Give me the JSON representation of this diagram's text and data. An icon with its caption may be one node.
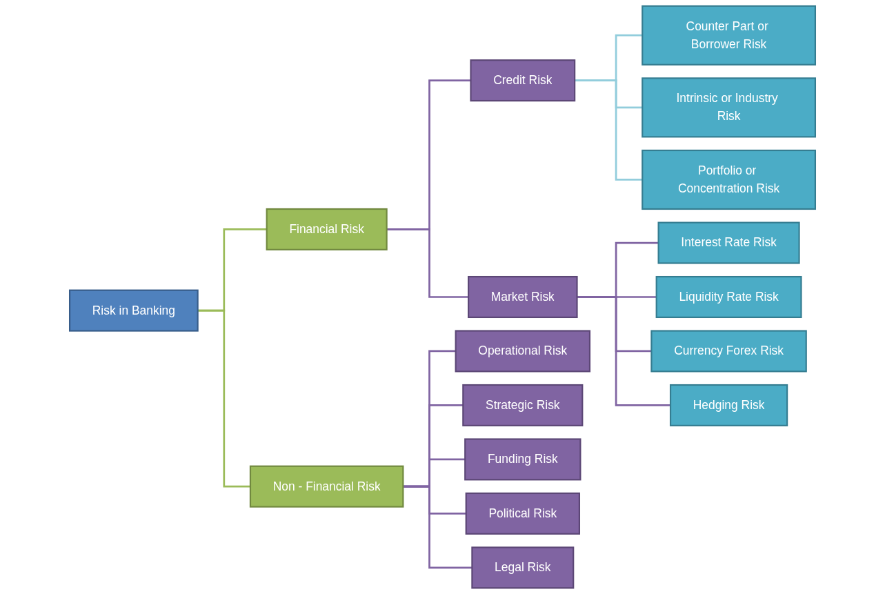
{
  "diagram": {
    "nodes": [
      {
        "text": [
          "Risk in Banking"
        ]
      },
      {
        "text": [
          "Financial Risk"
        ]
      },
      {
        "text": [
          "Non - Financial Risk"
        ]
      },
      {
        "text": [
          "Credit Risk"
        ]
      },
      {
        "text": [
          "Market Risk"
        ]
      },
      {
        "text": [
          "Counter Part or Borrower Risk"
        ]
      },
      {
        "text": [
          "Intrinsic or Industry Risk"
        ]
      },
      {
        "text": [
          "Portfolio or Concentration Risk"
        ]
      },
      {
        "text": [
          "Interest Rate Risk"
        ]
      },
      {
        "text": [
          "Liquidity Rate Risk"
        ]
      },
      {
        "text": [
          "Currency Forex Risk"
        ]
      },
      {
        "text": [
          "Hedging Risk"
        ]
      },
      {
        "text": [
          "Operational Risk"
        ]
      },
      {
        "text": [
          "Strategic Risk"
        ]
      },
      {
        "text": [
          "Funding Risk"
        ]
      },
      {
        "text": [
          "Political Risk"
        ]
      },
      {
        "text": [
          "Legal Risk"
        ]
      }
    ],
    "edges": [
      {
        "from": 0,
        "to": 1,
        "arrow": "none",
        "color": "#9bbb59"
      },
      {
        "from": 0,
        "to": 2,
        "arrow": "none",
        "color": "#9bbb59"
      },
      {
        "from": 1,
        "to": 3,
        "arrow": "none"
      },
      {
        "from": 1,
        "to": 4,
        "arrow": "none"
      },
      {
        "from": 3,
        "to": 5,
        "arrow": "none",
        "color": "#92cddc"
      },
      {
        "from": 3,
        "to": 6,
        "arrow": "none",
        "color": "#92cddc"
      },
      {
        "from": 3,
        "to": 7,
        "arrow": "none",
        "color": "#92cddc"
      },
      {
        "from": 4,
        "to": 8,
        "arrow": "none"
      },
      {
        "from": 4,
        "to": 9,
        "arrow": "none"
      },
      {
        "from": 4,
        "to": 10,
        "arrow": "none"
      },
      {
        "from": 4,
        "to": 11,
        "arrow": "none"
      },
      {
        "from": 2,
        "to": 12,
        "arrow": "none"
      },
      {
        "from": 2,
        "to": 13,
        "arrow": "none"
      },
      {
        "from": 2,
        "to": 14,
        "arrow": "none"
      },
      {
        "from": 2,
        "to": 15,
        "arrow": "none"
      },
      {
        "from": 2,
        "to": 16,
        "arrow": "none"
      }
    ]
  }
}
